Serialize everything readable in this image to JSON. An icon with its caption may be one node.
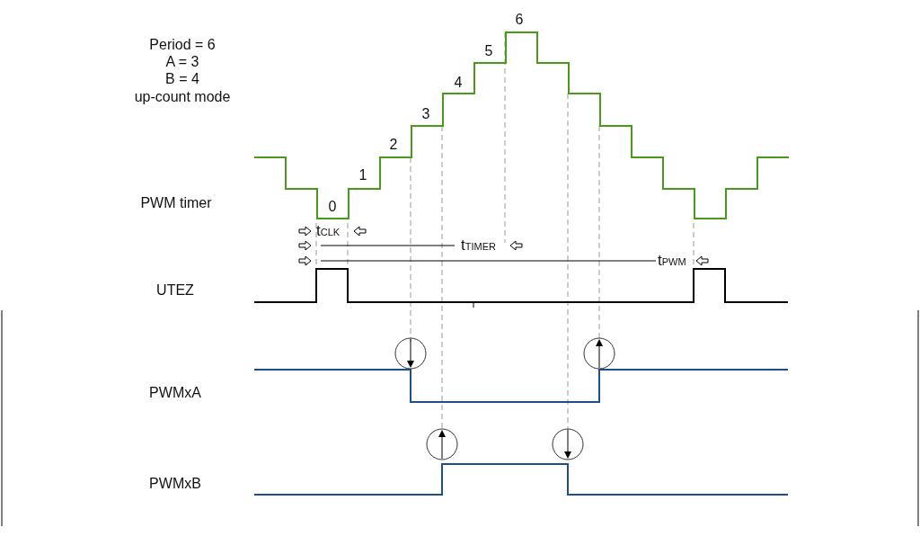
{
  "diagram": {
    "labels": [
      "Period = 6",
      "A = 3",
      "B = 4",
      "up-count mode",
      "0",
      "1",
      "2",
      "3",
      "4",
      "5",
      "6",
      "PWM timer",
      "t$_{CLK}$",
      "t$_{TIMER}$",
      "t$_{PWM}$",
      "UTEZ",
      "PWMxA",
      "PWMxB"
    ]
  }
}
